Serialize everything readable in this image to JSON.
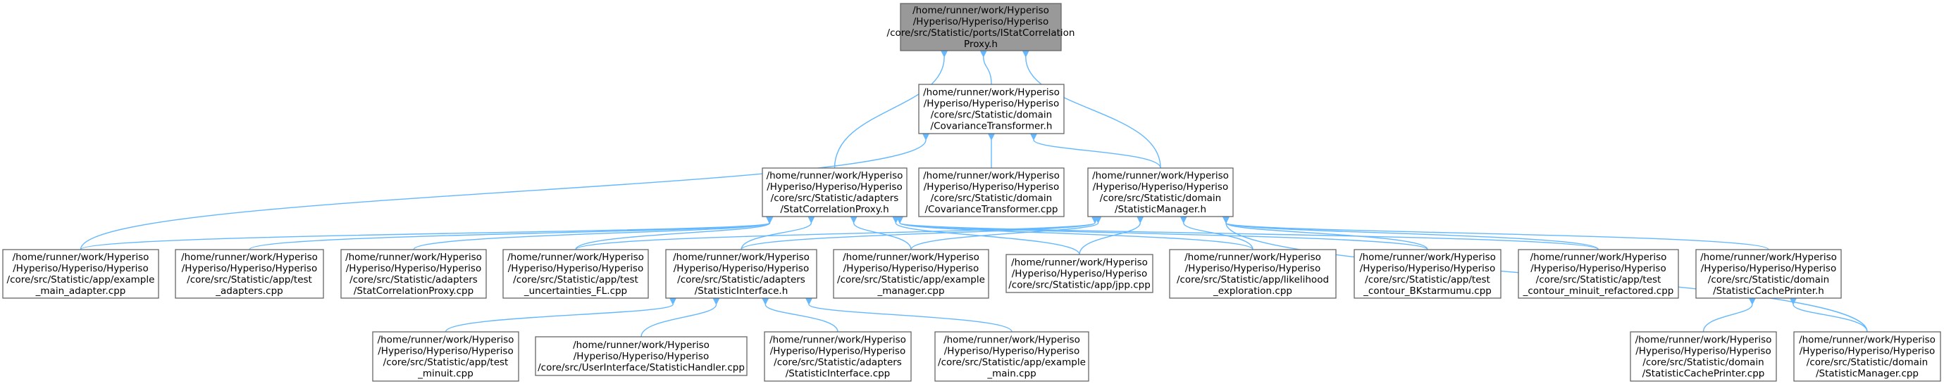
{
  "colors": {
    "edge": "#63b8ff",
    "node_border": "#666666",
    "root_fill": "#999999",
    "node_fill": "#ffffff"
  },
  "nodes": [
    {
      "id": "root",
      "root": true,
      "lines": [
        "/home/runner/work/Hyperiso",
        "/Hyperiso/Hyperiso/Hyperiso",
        "/core/src/Statistic/ports/IStatCorrelation",
        "Proxy.h"
      ]
    },
    {
      "id": "covtrans_h",
      "lines": [
        "/home/runner/work/Hyperiso",
        "/Hyperiso/Hyperiso/Hyperiso",
        "/core/src/Statistic/domain",
        "/CovarianceTransformer.h"
      ]
    },
    {
      "id": "statcorrproxy_h",
      "lines": [
        "/home/runner/work/Hyperiso",
        "/Hyperiso/Hyperiso/Hyperiso",
        "/core/src/Statistic/adapters",
        "/StatCorrelationProxy.h"
      ]
    },
    {
      "id": "covtrans_cpp",
      "lines": [
        "/home/runner/work/Hyperiso",
        "/Hyperiso/Hyperiso/Hyperiso",
        "/core/src/Statistic/domain",
        "/CovarianceTransformer.cpp"
      ]
    },
    {
      "id": "statmgr_h",
      "lines": [
        "/home/runner/work/Hyperiso",
        "/Hyperiso/Hyperiso/Hyperiso",
        "/core/src/Statistic/domain",
        "/StatisticManager.h"
      ]
    },
    {
      "id": "example_main_adapter",
      "lines": [
        "/home/runner/work/Hyperiso",
        "/Hyperiso/Hyperiso/Hyperiso",
        "/core/src/Statistic/app/example",
        "_main_adapter.cpp"
      ]
    },
    {
      "id": "test_adapters",
      "lines": [
        "/home/runner/work/Hyperiso",
        "/Hyperiso/Hyperiso/Hyperiso",
        "/core/src/Statistic/app/test",
        "_adapters.cpp"
      ]
    },
    {
      "id": "statcorrproxy_cpp",
      "lines": [
        "/home/runner/work/Hyperiso",
        "/Hyperiso/Hyperiso/Hyperiso",
        "/core/src/Statistic/adapters",
        "/StatCorrelationProxy.cpp"
      ]
    },
    {
      "id": "test_uncert",
      "lines": [
        "/home/runner/work/Hyperiso",
        "/Hyperiso/Hyperiso/Hyperiso",
        "/core/src/Statistic/app/test",
        "_uncertainties_FL.cpp"
      ]
    },
    {
      "id": "statiface_h",
      "lines": [
        "/home/runner/work/Hyperiso",
        "/Hyperiso/Hyperiso/Hyperiso",
        "/core/src/Statistic/adapters",
        "/StatisticInterface.h"
      ]
    },
    {
      "id": "example_manager",
      "lines": [
        "/home/runner/work/Hyperiso",
        "/Hyperiso/Hyperiso/Hyperiso",
        "/core/src/Statistic/app/example",
        "_manager.cpp"
      ]
    },
    {
      "id": "jpp",
      "lines": [
        "/home/runner/work/Hyperiso",
        "/Hyperiso/Hyperiso/Hyperiso",
        "/core/src/Statistic/app/jpp.cpp"
      ]
    },
    {
      "id": "likelihood",
      "lines": [
        "/home/runner/work/Hyperiso",
        "/Hyperiso/Hyperiso/Hyperiso",
        "/core/src/Statistic/app/likelihood",
        "_exploration.cpp"
      ]
    },
    {
      "id": "contour_bk",
      "lines": [
        "/home/runner/work/Hyperiso",
        "/Hyperiso/Hyperiso/Hyperiso",
        "/core/src/Statistic/app/test",
        "_contour_BKstarmumu.cpp"
      ]
    },
    {
      "id": "contour_minuit",
      "lines": [
        "/home/runner/work/Hyperiso",
        "/Hyperiso/Hyperiso/Hyperiso",
        "/core/src/Statistic/app/test",
        "_contour_minuit_refactored.cpp"
      ]
    },
    {
      "id": "cacheprinter_h",
      "lines": [
        "/home/runner/work/Hyperiso",
        "/Hyperiso/Hyperiso/Hyperiso",
        "/core/src/Statistic/domain",
        "/StatisticCachePrinter.h"
      ]
    },
    {
      "id": "test_minuit",
      "lines": [
        "/home/runner/work/Hyperiso",
        "/Hyperiso/Hyperiso/Hyperiso",
        "/core/src/Statistic/app/test",
        "_minuit.cpp"
      ]
    },
    {
      "id": "stathandler",
      "lines": [
        "/home/runner/work/Hyperiso",
        "/Hyperiso/Hyperiso/Hyperiso",
        "/core/src/UserInterface/StatisticHandler.cpp"
      ]
    },
    {
      "id": "statiface_cpp",
      "lines": [
        "/home/runner/work/Hyperiso",
        "/Hyperiso/Hyperiso/Hyperiso",
        "/core/src/Statistic/adapters",
        "/StatisticInterface.cpp"
      ]
    },
    {
      "id": "example_main",
      "lines": [
        "/home/runner/work/Hyperiso",
        "/Hyperiso/Hyperiso/Hyperiso",
        "/core/src/Statistic/app/example",
        "_main.cpp"
      ]
    },
    {
      "id": "cacheprinter_cpp",
      "lines": [
        "/home/runner/work/Hyperiso",
        "/Hyperiso/Hyperiso/Hyperiso",
        "/core/src/Statistic/domain",
        "/StatisticCachePrinter.cpp"
      ]
    },
    {
      "id": "statmgr_cpp",
      "lines": [
        "/home/runner/work/Hyperiso",
        "/Hyperiso/Hyperiso/Hyperiso",
        "/core/src/Statistic/domain",
        "/StatisticManager.cpp"
      ]
    }
  ],
  "edges": [
    [
      "covtrans_h",
      "root"
    ],
    [
      "statcorrproxy_h",
      "root"
    ],
    [
      "statmgr_h",
      "root"
    ],
    [
      "covtrans_cpp",
      "covtrans_h"
    ],
    [
      "statmgr_h",
      "covtrans_h"
    ],
    [
      "example_main_adapter",
      "covtrans_h"
    ],
    [
      "example_main_adapter",
      "statcorrproxy_h"
    ],
    [
      "test_adapters",
      "statcorrproxy_h"
    ],
    [
      "statcorrproxy_cpp",
      "statcorrproxy_h"
    ],
    [
      "test_uncert",
      "statcorrproxy_h"
    ],
    [
      "statiface_h",
      "statcorrproxy_h"
    ],
    [
      "example_manager",
      "statcorrproxy_h"
    ],
    [
      "jpp",
      "statcorrproxy_h"
    ],
    [
      "likelihood",
      "statcorrproxy_h"
    ],
    [
      "contour_bk",
      "statcorrproxy_h"
    ],
    [
      "contour_minuit",
      "statcorrproxy_h"
    ],
    [
      "test_uncert",
      "statmgr_h"
    ],
    [
      "statiface_h",
      "statmgr_h"
    ],
    [
      "example_manager",
      "statmgr_h"
    ],
    [
      "jpp",
      "statmgr_h"
    ],
    [
      "likelihood",
      "statmgr_h"
    ],
    [
      "contour_bk",
      "statmgr_h"
    ],
    [
      "contour_minuit",
      "statmgr_h"
    ],
    [
      "cacheprinter_h",
      "statmgr_h"
    ],
    [
      "statmgr_cpp",
      "statmgr_h"
    ],
    [
      "test_minuit",
      "statiface_h"
    ],
    [
      "stathandler",
      "statiface_h"
    ],
    [
      "statiface_cpp",
      "statiface_h"
    ],
    [
      "example_main",
      "statiface_h"
    ],
    [
      "cacheprinter_cpp",
      "cacheprinter_h"
    ],
    [
      "statmgr_cpp",
      "cacheprinter_h"
    ]
  ]
}
